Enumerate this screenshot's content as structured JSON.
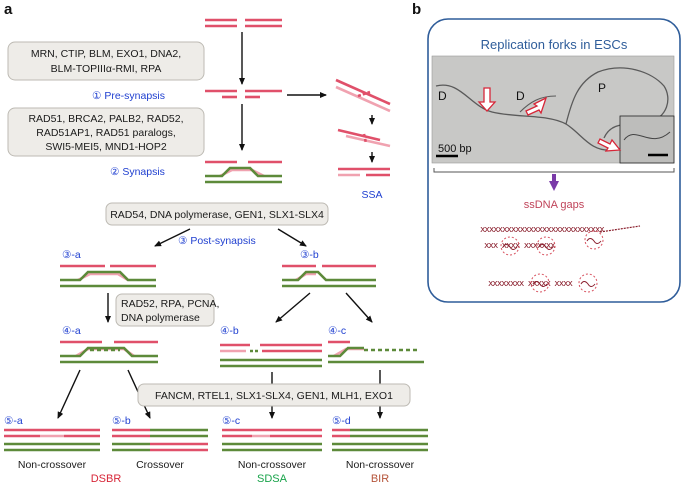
{
  "panel_a": {
    "letter": "a",
    "box1": [
      "MRN, CTIP, BLM, EXO1, DNA2,",
      "BLM-TOPIIIα-RMI, RPA"
    ],
    "presynapsis": "① Pre-synapsis",
    "box2": [
      "RAD51, BRCA2, PALB2, RAD52,",
      "RAD51AP1, RAD51 paralogs,",
      "SWI5-MEI5, MND1-HOP2"
    ],
    "synapsis": "② Synapsis",
    "ssa": "SSA",
    "box3": "RAD54, DNA polymerase, GEN1, SLX1-SLX4",
    "postsynapsis": "③ Post-synapsis",
    "step_3a": "③-a",
    "step_3b": "③-b",
    "box4": [
      "RAD52, RPA, PCNA,",
      "DNA polymerase"
    ],
    "step_4a": "④-a",
    "step_4b": "④-b",
    "step_4c": "④-c",
    "box5": "FANCM, RTEL1, SLX1-SLX4, GEN1, MLH1, EXO1",
    "step_5a": "⑤-a",
    "step_5b": "⑤-b",
    "step_5c": "⑤-c",
    "step_5d": "⑤-d",
    "outcome_5a": "Non-crossover",
    "outcome_5b": "Crossover",
    "outcome_5c": "Non-crossover",
    "outcome_5d": "Non-crossover",
    "pathway_dsbr": "DSBR",
    "pathway_sdsa": "SDSA",
    "pathway_bir": "BIR"
  },
  "panel_b": {
    "letter": "b",
    "title": "Replication forks in ESCs",
    "label_d1": "D",
    "label_d2": "D",
    "label_p": "P",
    "scale": "500 bp",
    "gaps_label": "ssDNA gaps"
  },
  "colors": {
    "pink": "#e0506a",
    "light_pink": "#f0a2b0",
    "green": "#5d8a3a",
    "blue_text": "#1f3fd0",
    "panel_border": "#2f5d9a",
    "arrow_purple": "#7a3aa8"
  }
}
